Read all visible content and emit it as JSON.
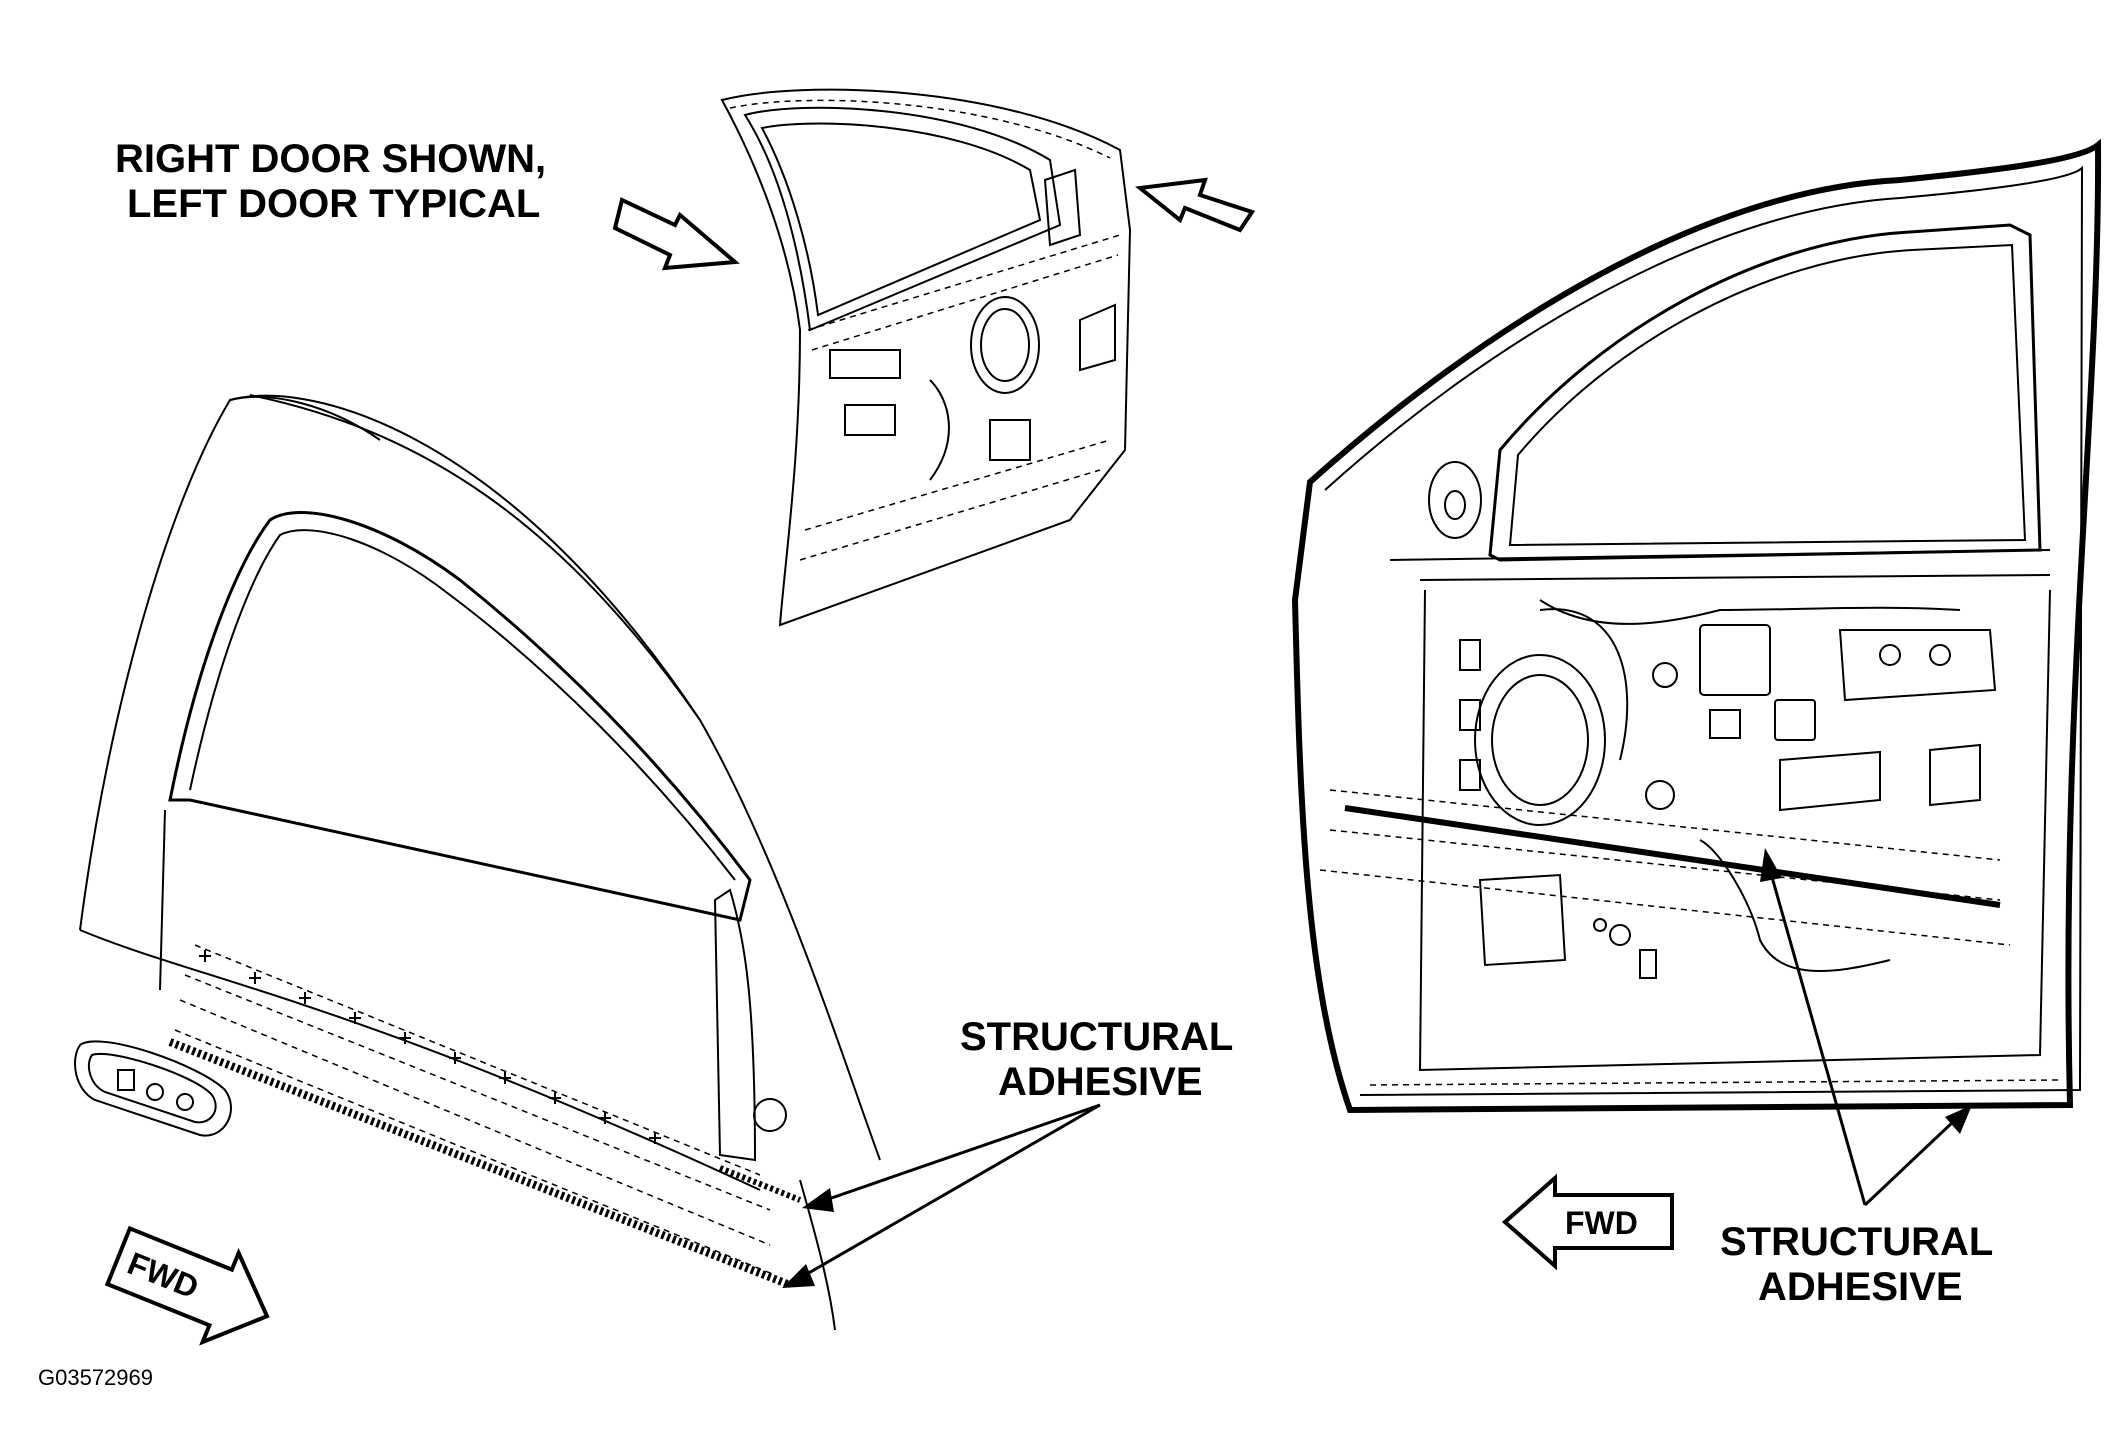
{
  "caption": {
    "line1": "RIGHT DOOR SHOWN,",
    "line2": "LEFT DOOR TYPICAL"
  },
  "left_view": {
    "adhesive_label_line1": "STRUCTURAL",
    "adhesive_label_line2": "ADHESIVE",
    "fwd_label": "FWD"
  },
  "right_view": {
    "adhesive_label_line1": "STRUCTURAL",
    "adhesive_label_line2": "ADHESIVE",
    "fwd_label": "FWD"
  },
  "figure_id": "G03572969"
}
